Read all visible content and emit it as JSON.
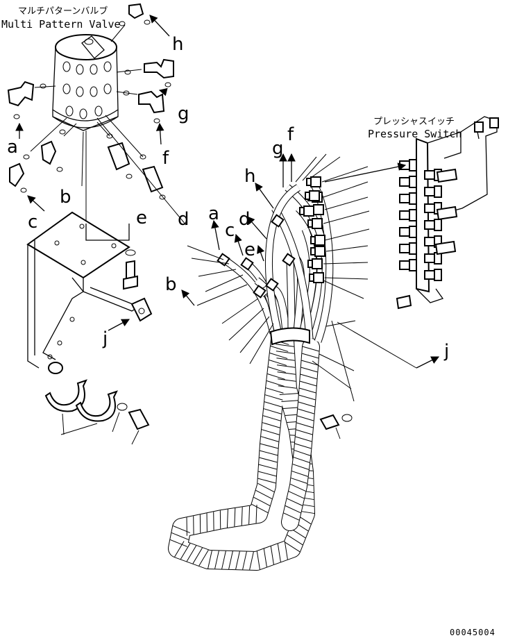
{
  "title_jp": "マルチパターンバルブ",
  "title_en": "Multi Pattern Valve",
  "switch_jp": "プレッシャスイッチ",
  "switch_en": "Pressure Switch",
  "labels": {
    "a": "a",
    "b": "b",
    "c": "c",
    "d": "d",
    "e": "e",
    "f": "f",
    "g": "g",
    "h": "h",
    "j": "j"
  },
  "drawing_code": "00045004"
}
